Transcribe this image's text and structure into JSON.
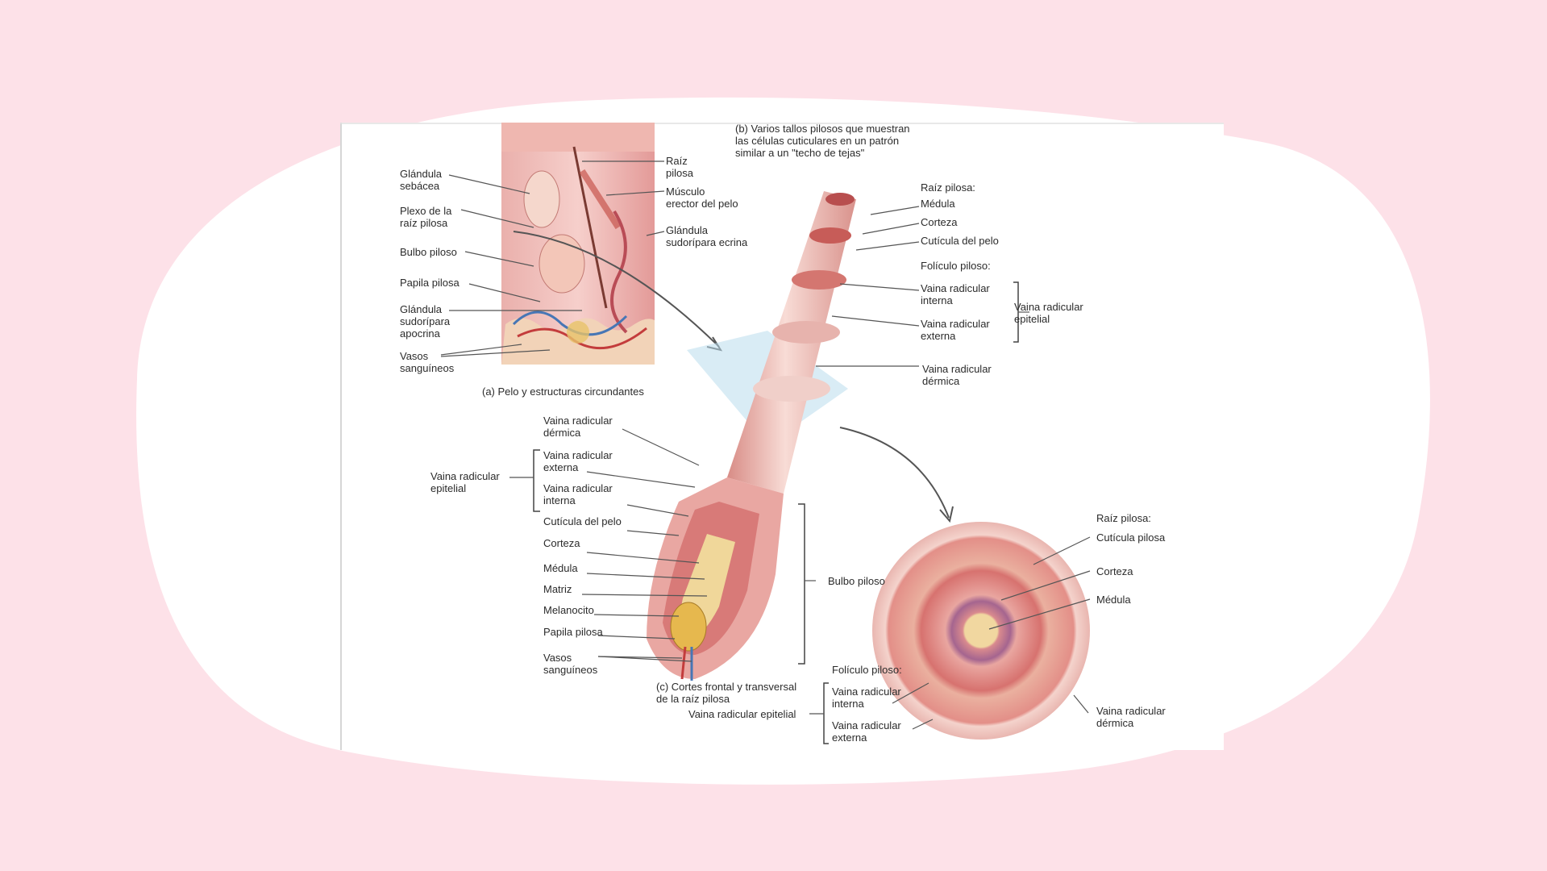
{
  "colors": {
    "page_background": "#fde1e8",
    "blob": "#ffffff",
    "label_text": "#2b2b2b",
    "skin": "#e8a3a3",
    "tissue_pink": "#f3c4c0",
    "hair_cortex": "#c9605a",
    "medulla": "#f0d79a",
    "plane": "#b9dcec"
  },
  "panel_a": {
    "caption": "(a) Pelo y estructuras circundantes",
    "labels": {
      "raiz_pilosa": "Raíz\npilosa",
      "musculo_erector": "Músculo\nerector del pelo",
      "glandula_ecrina": "Glándula\nsudorípara ecrina",
      "glandula_sebacea": "Glándula\nsebácea",
      "plexo": "Plexo de la\nraíz pilosa",
      "bulbo": "Bulbo piloso",
      "papila": "Papila pilosa",
      "glandula_apocrina": "Glándula\nsudorípara\napocrina",
      "vasos": "Vasos\nsanguíneos"
    }
  },
  "panel_b": {
    "caption": "(b) Varios tallos pilosos que muestran\nlas células cuticulares en un patrón\nsimilar a un \"techo de tejas\"",
    "labels": {
      "raiz_pilosa": "Raíz pilosa:",
      "medula": "Médula",
      "corteza": "Corteza",
      "cuticula": "Cutícula del pelo",
      "foliculo": "Folículo piloso:",
      "vaina_interna": "Vaina radicular\ninterna",
      "vaina_externa": "Vaina radicular\nexterna",
      "vaina_epitelial": "Vaina radicular\nepitelial",
      "vaina_dermica": "Vaina radicular\ndérmica"
    }
  },
  "panel_c": {
    "caption": "(c) Cortes frontal y transversal\nde la raíz pilosa",
    "labels": {
      "vaina_dermica": "Vaina radicular\ndérmica",
      "vaina_externa": "Vaina radicular\nexterna",
      "vaina_interna": "Vaina radicular\ninterna",
      "vaina_epitelial": "Vaina radicular\nepitelial",
      "cuticula": "Cutícula del pelo",
      "corteza": "Corteza",
      "medula": "Médula",
      "matriz": "Matriz",
      "melanocito": "Melanocito",
      "papila": "Papila pilosa",
      "vasos": "Vasos\nsanguíneos",
      "bulbo": "Bulbo piloso"
    }
  },
  "panel_cross": {
    "labels": {
      "raiz_pilosa": "Raíz pilosa:",
      "cuticula": "Cutícula pilosa",
      "corteza": "Corteza",
      "medula": "Médula",
      "foliculo": "Folículo piloso:",
      "vaina_interna": "Vaina radicular\ninterna",
      "vaina_externa": "Vaina radicular\nexterna",
      "vaina_epitelial": "Vaina radicular epitelial",
      "vaina_dermica": "Vaina radicular\ndérmica"
    }
  }
}
